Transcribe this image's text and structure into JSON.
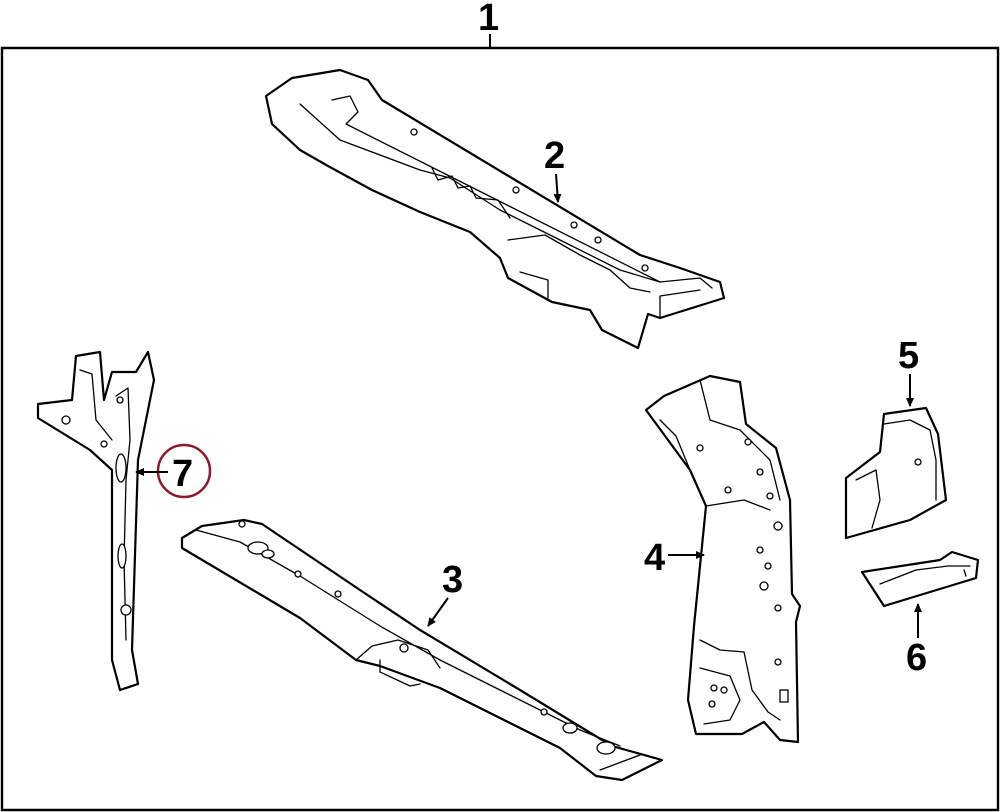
{
  "callouts": {
    "c1": "1",
    "c2": "2",
    "c3": "3",
    "c4": "4",
    "c5": "5",
    "c6": "6",
    "c7": "7"
  },
  "colors": {
    "line": "#000000",
    "background": "#ffffff",
    "highlight_circle": "#8b1a2b"
  },
  "highlighted_callout": "7"
}
